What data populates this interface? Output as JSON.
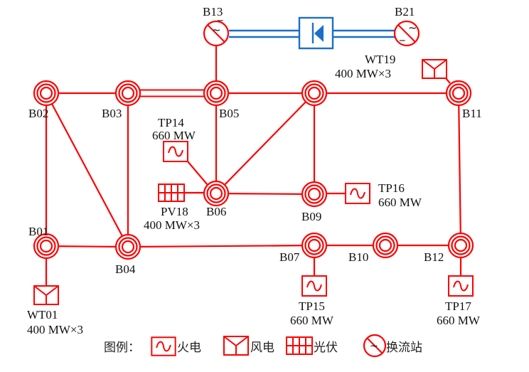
{
  "colors": {
    "ac": "#ff0000",
    "dc": "#1a6fc9",
    "text": "#111111"
  },
  "buses": [
    {
      "id": "B02",
      "label": "B02"
    },
    {
      "id": "B03",
      "label": "B03"
    },
    {
      "id": "B05",
      "label": "B05"
    },
    {
      "id": "B08",
      "label": ""
    },
    {
      "id": "B11",
      "label": "B11"
    },
    {
      "id": "B06",
      "label": "B06"
    },
    {
      "id": "B09",
      "label": "B09"
    },
    {
      "id": "B01",
      "label": "B01"
    },
    {
      "id": "B04",
      "label": "B04"
    },
    {
      "id": "B07",
      "label": "B07"
    },
    {
      "id": "B10",
      "label": "B10"
    },
    {
      "id": "B12",
      "label": "B12"
    }
  ],
  "converters": [
    {
      "id": "B13",
      "label": "B13"
    },
    {
      "id": "B21",
      "label": "B21"
    }
  ],
  "generators": {
    "TP14": {
      "name": "TP14",
      "capacity": "660 MW",
      "type": "thermal"
    },
    "TP15": {
      "name": "TP15",
      "capacity": "660 MW",
      "type": "thermal"
    },
    "TP16": {
      "name": "TP16",
      "capacity": "660 MW",
      "type": "thermal"
    },
    "TP17": {
      "name": "TP17",
      "capacity": "660 MW",
      "type": "thermal"
    },
    "WT01": {
      "name": "WT01",
      "capacity": "400 MW×3",
      "type": "wind"
    },
    "WT19": {
      "name": "WT19",
      "capacity": "400 MW×3",
      "type": "wind"
    },
    "PV18": {
      "name": "PV18",
      "capacity": "400 MW×3",
      "type": "solar"
    }
  },
  "lines": [
    {
      "from": "B02",
      "to": "B03",
      "double": false
    },
    {
      "from": "B03",
      "to": "B05",
      "double": true
    },
    {
      "from": "B05",
      "to": "B08",
      "double": false
    },
    {
      "from": "B08",
      "to": "B11",
      "double": false
    },
    {
      "from": "B02",
      "to": "B01",
      "double": false
    },
    {
      "from": "B02",
      "to": "B04",
      "double": false
    },
    {
      "from": "B03",
      "to": "B04",
      "double": false
    },
    {
      "from": "B05",
      "to": "B06",
      "double": false
    },
    {
      "from": "B05",
      "to": "B13",
      "double": false
    },
    {
      "from": "B08",
      "to": "B06",
      "double": false
    },
    {
      "from": "B08",
      "to": "B09",
      "double": false
    },
    {
      "from": "B06",
      "to": "B09",
      "double": false
    },
    {
      "from": "B01",
      "to": "B04",
      "double": false
    },
    {
      "from": "B04",
      "to": "B07",
      "double": false
    },
    {
      "from": "B07",
      "to": "B10",
      "double": false
    },
    {
      "from": "B10",
      "to": "B12",
      "double": false
    },
    {
      "from": "B11",
      "to": "B12",
      "double": false
    }
  ],
  "hvdc": {
    "from": "B13",
    "to": "B21",
    "icon": "diode-valve-icon"
  },
  "legend": {
    "title": "图例：",
    "items": [
      {
        "icon": "thermal-generator-icon",
        "label": "火电"
      },
      {
        "icon": "wind-generator-icon",
        "label": "风电"
      },
      {
        "icon": "solar-pv-icon",
        "label": "光伏"
      },
      {
        "icon": "converter-station-icon",
        "label": "换流站"
      }
    ]
  }
}
